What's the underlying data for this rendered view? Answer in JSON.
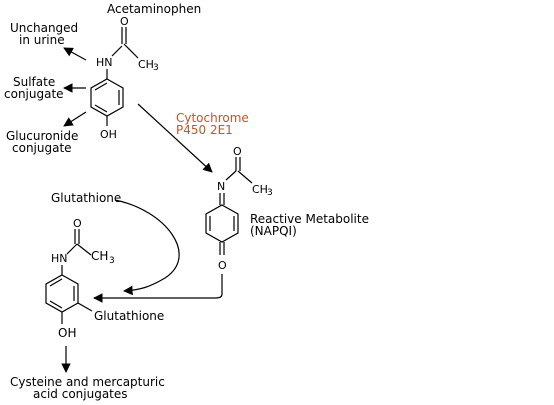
{
  "labels": {
    "acetaminophen": "Acetaminophen",
    "unchanged_line1": "Unchanged",
    "unchanged_line2": "in urine",
    "sulfate_line1": "Sulfate",
    "sulfate_line2": "conjugate",
    "glucuronide_line1": "Glucuronide",
    "glucuronide_line2": "conjugate",
    "cytochrome_line1": "Cytochrome",
    "cytochrome_line2": "P450 2E1",
    "reactive_line1": "Reactive Metabolite",
    "reactive_line2": "(NAPQI)",
    "glutathione_reagent": "Glutathione",
    "glutathione_substituent": "Glutathione",
    "cysteine_line1": "Cysteine and mercapturic",
    "cysteine_line2": "acid conjugates"
  },
  "atoms": {
    "hn": "HN",
    "o": "O",
    "ch": "CH",
    "three": "3",
    "oh": "OH",
    "n": "N"
  },
  "colors": {
    "enzyme": "#c0562a",
    "ink": "#000000"
  }
}
